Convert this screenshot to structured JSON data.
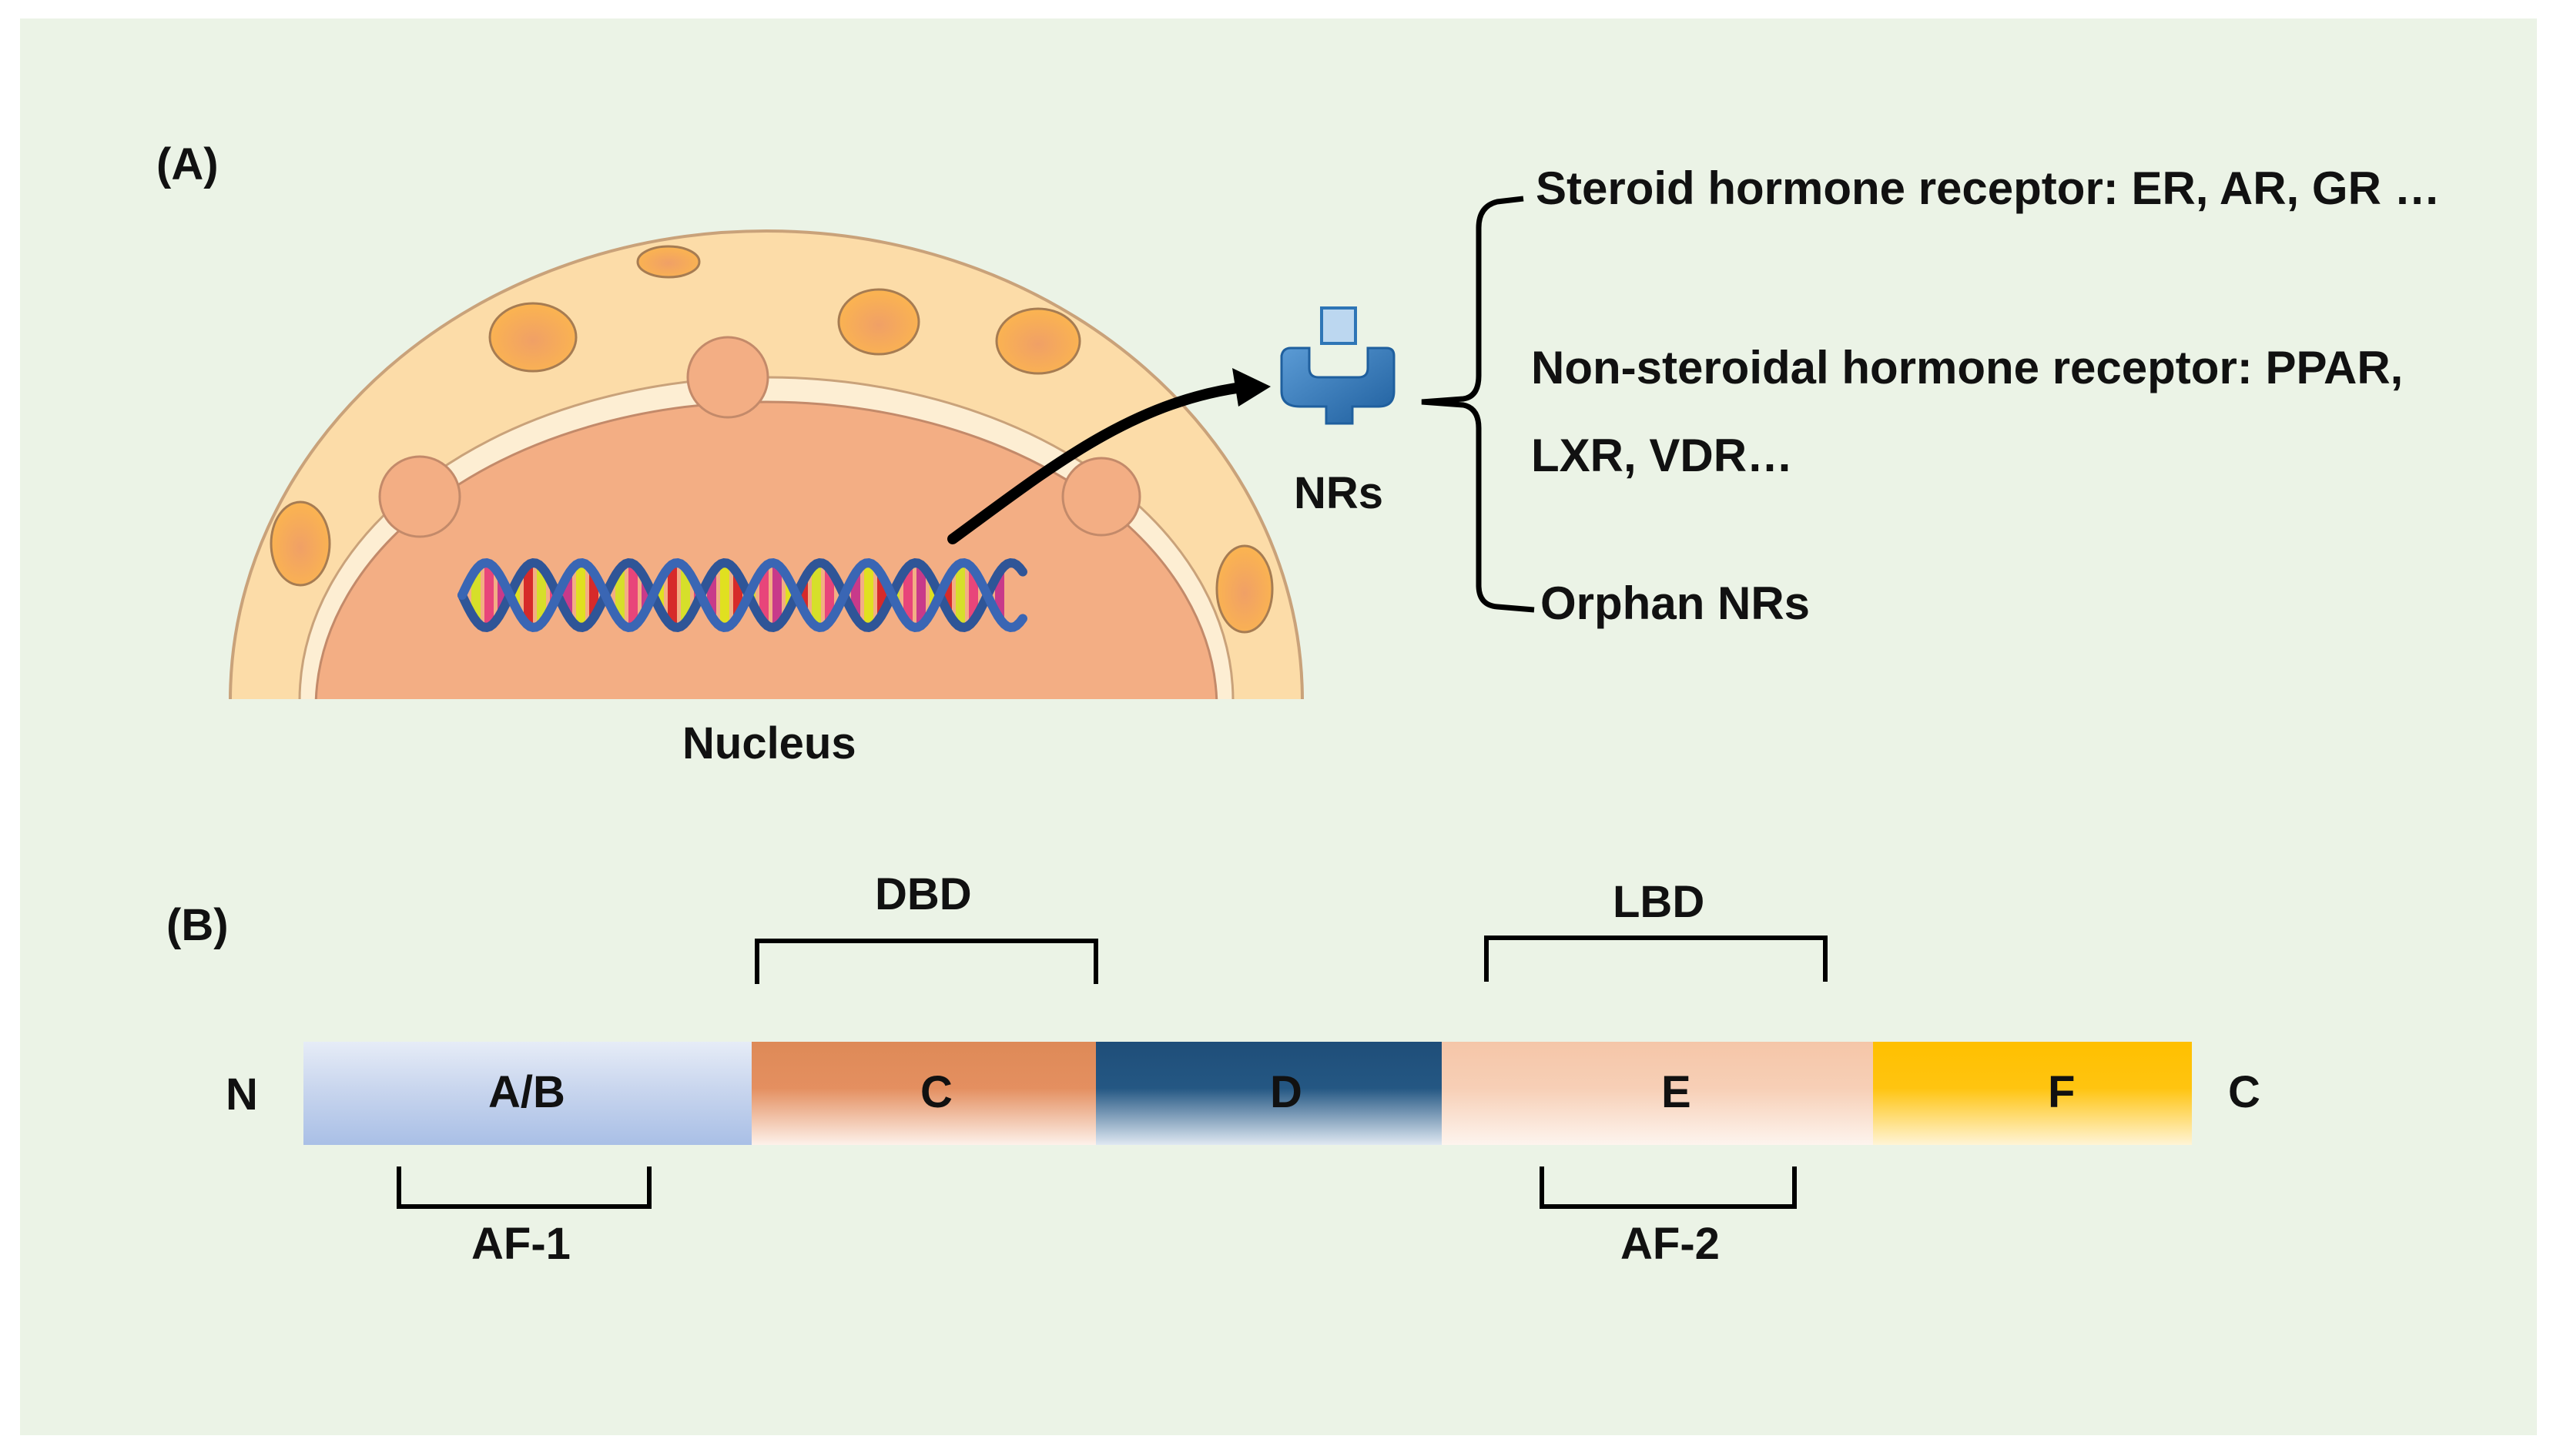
{
  "panel_a": {
    "label": "(A)",
    "nucleus_label": "Nucleus",
    "receptor_label": "NRs",
    "classes": [
      "Steroid hormone receptor: ER, AR, GR …",
      "Non-steroidal hormone receptor: PPAR,",
      "LXR, VDR…",
      "Orphan NRs"
    ]
  },
  "panel_b": {
    "label": "(B)",
    "n_terminus": "N",
    "c_terminus": "C",
    "domains": [
      {
        "label": "A/B",
        "color": "#b4c6e7"
      },
      {
        "label": "C",
        "color": "#e0895a"
      },
      {
        "label": "D",
        "color": "#1f4e79"
      },
      {
        "label": "E",
        "color": "#f6c7ab"
      },
      {
        "label": "F",
        "color": "#ffc000"
      }
    ],
    "brackets": {
      "dbd": "DBD",
      "lbd": "LBD",
      "af1": "AF-1",
      "af2": "AF-2"
    }
  },
  "colors": {
    "background": "#ebf3e6",
    "envelope": "#fbdba8",
    "nucleoplasm": "#f2ae84",
    "receptor": "#2e75b6"
  }
}
